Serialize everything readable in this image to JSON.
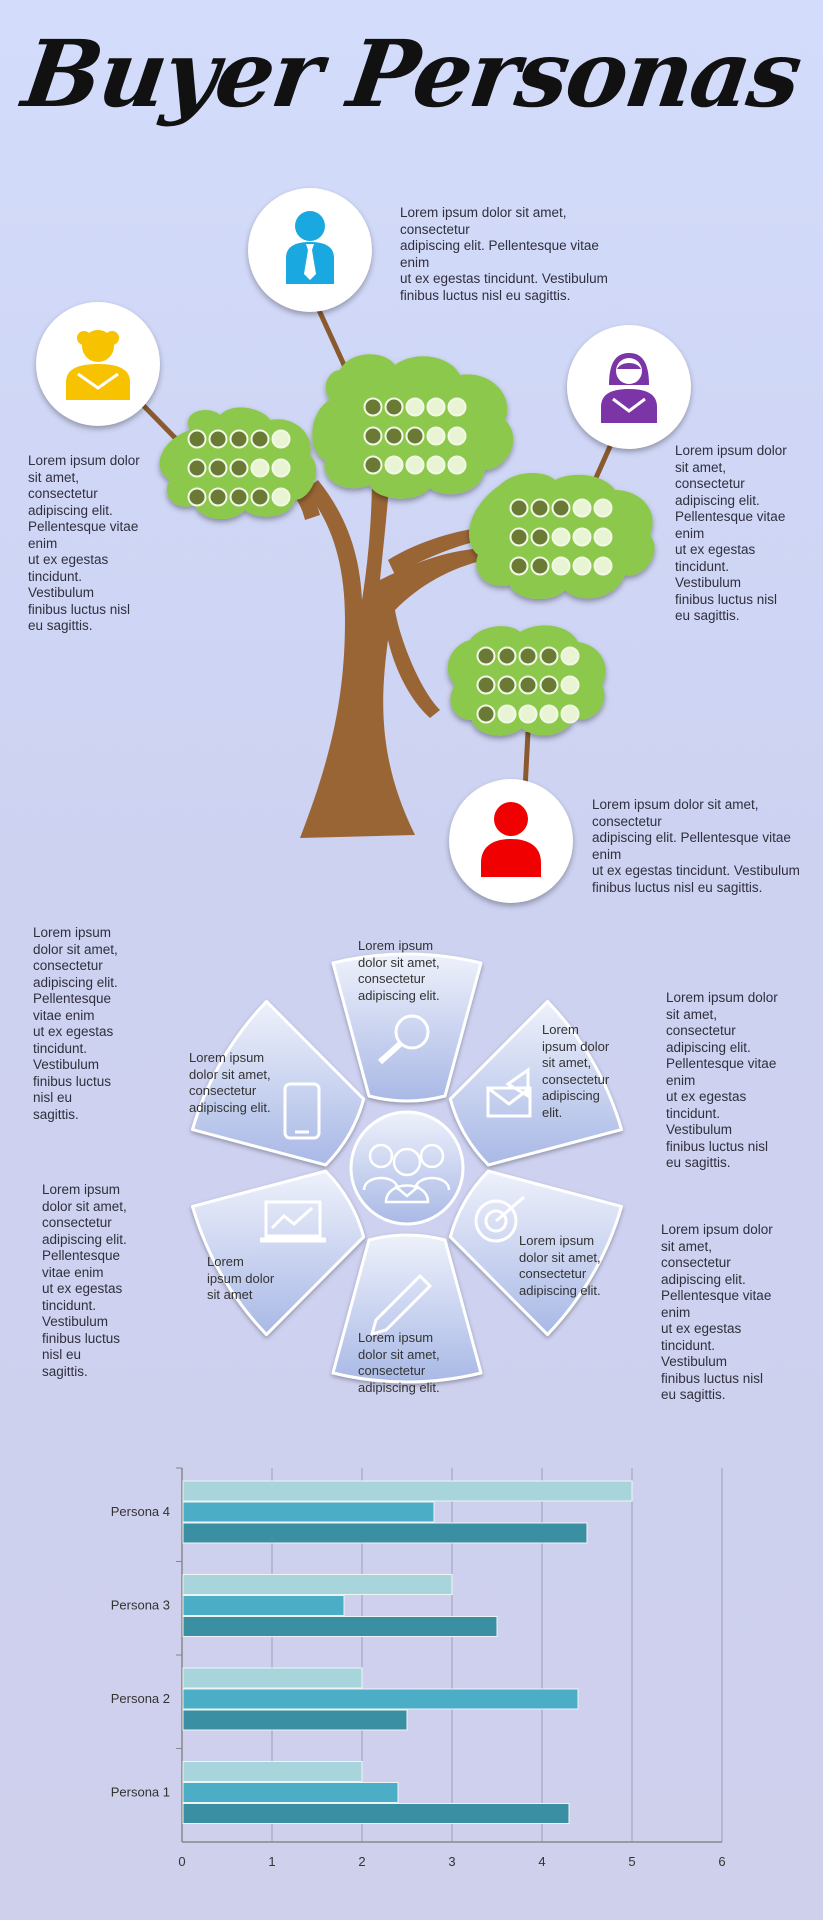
{
  "title": "Buyer Personas",
  "tree_texts": {
    "top": "Lorem ipsum dolor sit amet,\nconsectetur\nadipiscing elit. Pellentesque vitae\nenim\nut ex egestas tincidunt. Vestibulum\nfinibus luctus nisl eu sagittis.",
    "left": "Lorem ipsum dolor\nsit amet,\nconsectetur\nadipiscing elit.\nPellentesque vitae\nenim\nut ex egestas\ntincidunt.\nVestibulum\nfinibus luctus nisl\neu sagittis.",
    "right": "Lorem ipsum dolor\nsit amet,\nconsectetur\nadipiscing elit.\nPellentesque vitae\nenim\nut ex egestas\ntincidunt.\nVestibulum\nfinibus luctus nisl\neu sagittis.",
    "bottom": "Lorem ipsum dolor sit amet,\nconsectetur\nadipiscing elit. Pellentesque vitae\nenim\nut ex egestas tincidunt. Vestibulum\nfinibus luctus nisl eu sagittis."
  },
  "petal_side_texts": {
    "top_left": "Lorem ipsum\ndolor sit amet,\nconsectetur\nadipiscing elit.\nPellentesque\nvitae enim\nut ex egestas\ntincidunt.\nVestibulum\nfinibus luctus\nnisl eu\nsagittis.",
    "bottom_left": "Lorem ipsum\ndolor sit amet,\nconsectetur\nadipiscing elit.\nPellentesque\nvitae enim\nut ex egestas\ntincidunt.\nVestibulum\nfinibus luctus\nnisl eu\nsagittis.",
    "top_right": "Lorem ipsum dolor\nsit amet,\nconsectetur\nadipiscing elit.\nPellentesque vitae\nenim\nut ex egestas\ntincidunt.\nVestibulum\nfinibus luctus nisl\neu sagittis.",
    "bottom_right": "Lorem ipsum dolor\nsit amet,\nconsectetur\nadipiscing elit.\nPellentesque vitae\nenim\nut ex egestas\ntincidunt.\nVestibulum\nfinibus luctus nisl\neu sagittis."
  },
  "petals": {
    "top": "Lorem ipsum\ndolor sit amet,\nconsectetur\nadipiscing elit.",
    "upper_right": "Lorem\nipsum dolor\nsit amet,\nconsectetur\nadipiscing\nelit.",
    "lower_right": "Lorem ipsum\ndolor sit amet,\nconsectetur\nadipiscing elit.",
    "bottom": "Lorem ipsum\ndolor sit amet,\nconsectetur\nadipiscing elit.",
    "lower_left": "Lorem\nipsum dolor\nsit amet",
    "upper_left": "Lorem ipsum\ndolor sit amet,\nconsectetur\nadipiscing elit."
  },
  "icons": {
    "persona_top": "businessman-icon",
    "persona_left": "woman-icon",
    "persona_right": "woman-icon",
    "persona_bottom": "person-icon",
    "petal_top": "magnifier-icon",
    "petal_upper_right": "megaphone-envelope-icon",
    "petal_lower_right": "target-icon",
    "petal_bottom": "pencil-icon",
    "petal_lower_left": "laptop-chart-icon",
    "petal_upper_left": "smartphone-icon",
    "center": "group-icon"
  },
  "colors": {
    "persona_top": "#19a9e0",
    "persona_left": "#f7c200",
    "persona_right": "#7b35a6",
    "persona_bottom": "#f00000",
    "foliage": "#8cc84b",
    "trunk": "#9a6535",
    "series_light": "#a8d4dc",
    "series_mid": "#4badc6",
    "series_dark": "#3b8fa3"
  },
  "chart_data": {
    "type": "bar",
    "orientation": "horizontal",
    "categories": [
      "Persona 4",
      "Persona 3",
      "Persona 2",
      "Persona 1"
    ],
    "series": [
      {
        "values": [
          5.0,
          3.0,
          2.0,
          2.0
        ]
      },
      {
        "values": [
          2.8,
          1.8,
          4.4,
          2.4
        ]
      },
      {
        "values": [
          4.5,
          3.5,
          2.5,
          4.3
        ]
      }
    ],
    "x_ticks": [
      "0",
      "1",
      "2",
      "3",
      "4",
      "5",
      "6"
    ],
    "xlim": [
      0,
      6
    ],
    "grid": true
  }
}
